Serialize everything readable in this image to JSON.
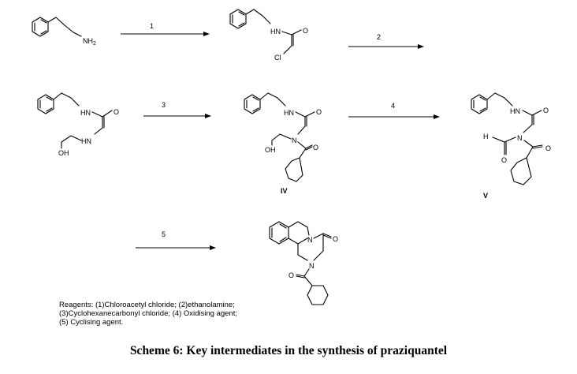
{
  "steps": [
    "1",
    "2",
    "3",
    "4",
    "5"
  ],
  "atoms": {
    "nh": "NH",
    "nh_sub": "2",
    "hn": "HN",
    "n": "N",
    "o": "O",
    "cl": "Cl",
    "oh": "OH",
    "h": "H"
  },
  "compound_labels": [
    "IV",
    "V"
  ],
  "reagents": {
    "lines": [
      "Reagents: (1)Chloroacetyl chloride; (2)ethanolamine;",
      "(3)Cyclohexanecarbonyl chloride; (4) Oxidising agent;",
      "(5) Cyclising agent."
    ]
  },
  "caption": "Scheme 6: Key intermediates in the synthesis of praziquantel"
}
